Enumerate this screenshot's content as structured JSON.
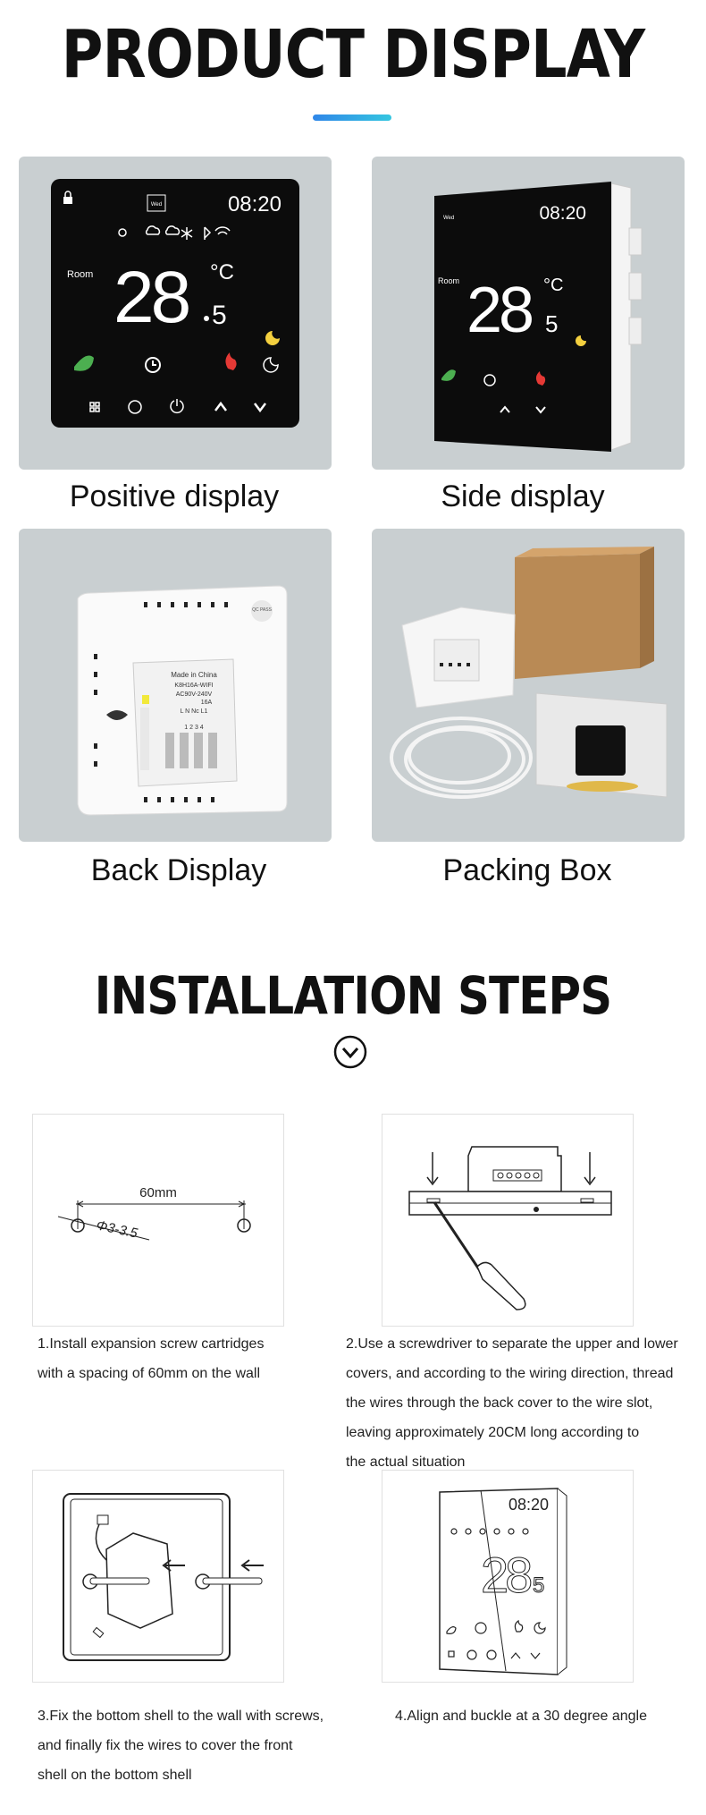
{
  "product_display": {
    "title": "PRODUCT DISPLAY",
    "accent_color": "#2f86e8",
    "photos": [
      {
        "caption": "Positive display",
        "screen": {
          "day": "Wed",
          "time": "08:20",
          "room_label": "Room",
          "temp_main": "28",
          "temp_decimal": "5",
          "unit": "°C"
        }
      },
      {
        "caption": "Side  display",
        "screen": {
          "day": "Wed",
          "time": "08:20",
          "room_label": "Room",
          "temp_main": "28",
          "temp_decimal": "5",
          "unit": "°C"
        }
      },
      {
        "caption": "Back Display",
        "label": {
          "made_in": "Made in China",
          "model": "K8H16A-WIFI",
          "voltage": "AC90V-240V",
          "current": "16A",
          "terminals": "L  N  Nc  L1",
          "terminal_nums": "1  2  3  4",
          "badge": "QC PASS"
        }
      },
      {
        "caption": "Packing Box"
      }
    ]
  },
  "installation": {
    "title": "INSTALLATION STEPS",
    "steps": [
      {
        "figure": {
          "spacing": "60mm",
          "diameter": "Φ3-3.5"
        },
        "lines": [
          "1.Install expansion screw cartridges",
          "with a spacing of 60mm on the wall"
        ]
      },
      {
        "lines": [
          "2.Use a screwdriver to separate the upper and lower",
          "covers, and according to the wiring direction, thread",
          "the wires through the back cover to the wire slot,",
          "leaving approximately 20CM long according to",
          "the actual situation"
        ]
      },
      {
        "lines": [
          "3.Fix the bottom shell to the wall with screws,",
          "and finally fix the wires to cover the front",
          "shell on the bottom shell"
        ]
      },
      {
        "lines": [
          "4.Align and buckle at a 30 degree angle"
        ]
      }
    ]
  }
}
